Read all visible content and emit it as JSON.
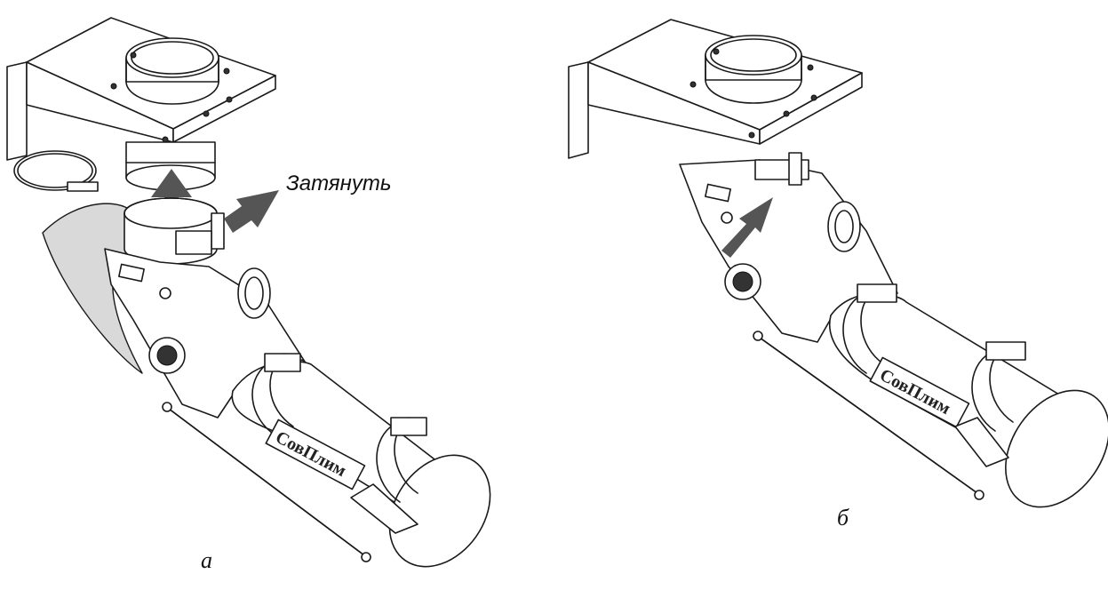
{
  "labels": {
    "tighten": "Затянуть",
    "caption_a": "а",
    "caption_b": "б",
    "brand": "СовПлим"
  },
  "icons": {
    "up_arrow": "up-arrow-icon",
    "pointer_arrow": "pointer-arrow-icon"
  },
  "colors": {
    "line": "#1a1a1a",
    "shade": "#d9d9d9",
    "arrow": "#555555"
  }
}
